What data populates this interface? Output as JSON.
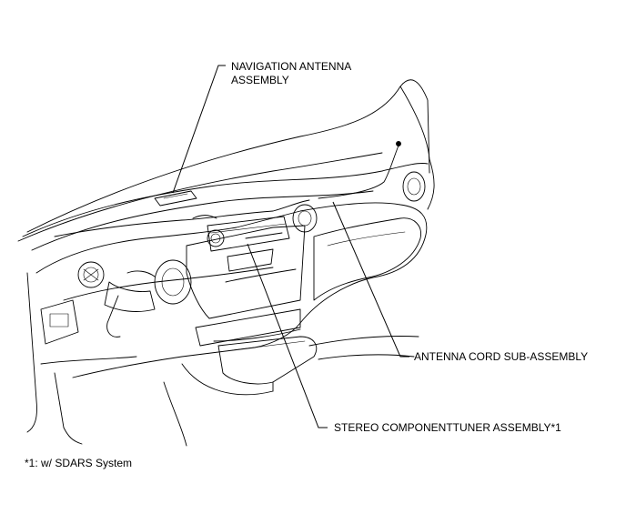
{
  "labels": {
    "nav_antenna_line1": "NAVIGATION ANTENNA",
    "nav_antenna_line2": "ASSEMBLY",
    "antenna_cord": "ANTENNA CORD SUB-ASSEMBLY",
    "stereo_tuner": "STEREO COMPONENTTUNER ASSEMBLY*1"
  },
  "footnote": "*1: w/ SDARS System"
}
